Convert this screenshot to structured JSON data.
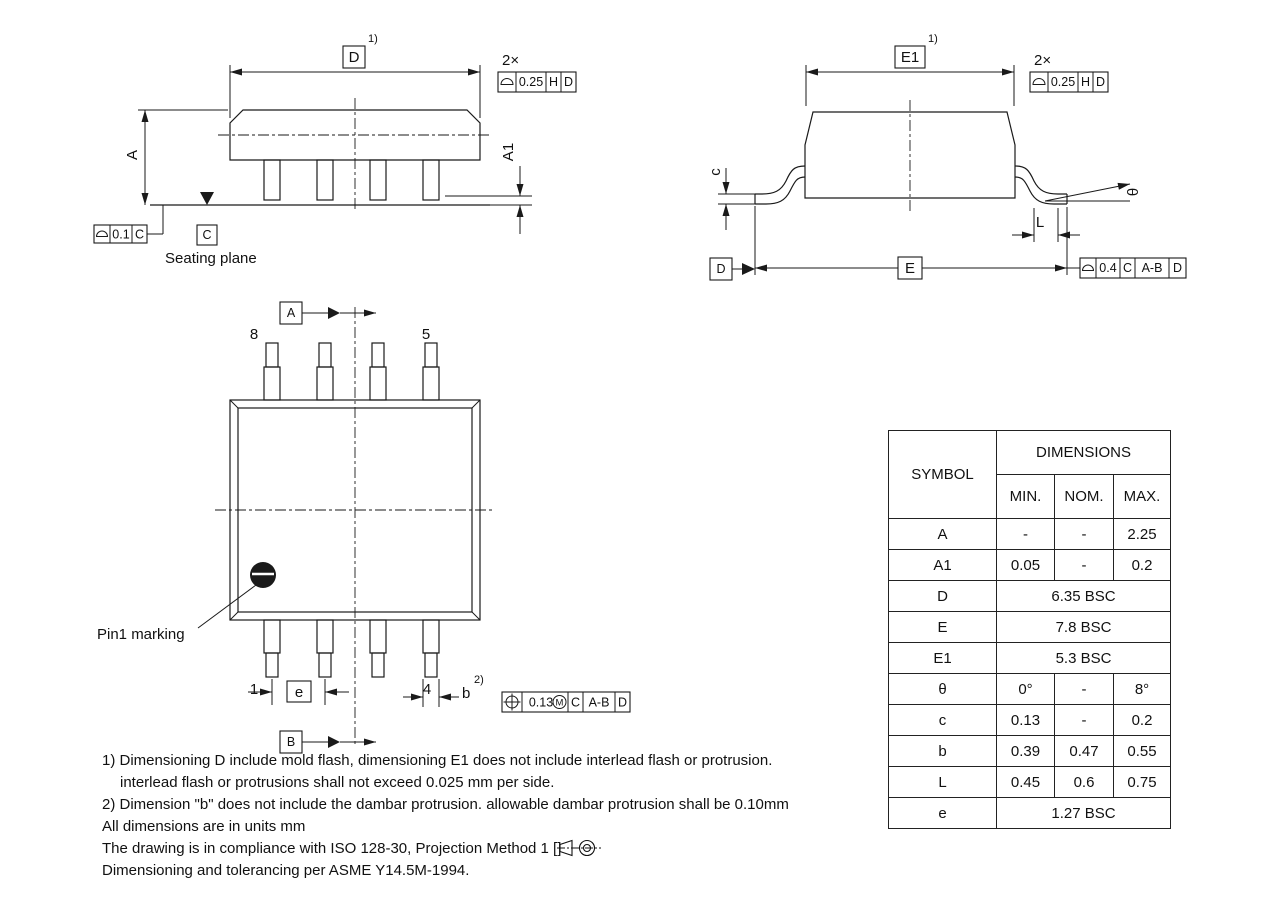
{
  "side_view": {
    "dim_d": "D",
    "ref1": "1)",
    "two_x": "2×",
    "fcf_tol": "0.25",
    "fcf_datum_h": "H",
    "fcf_datum_d": "D",
    "dim_a": "A",
    "dim_a1": "A1",
    "seat_tol": "0.1",
    "seat_datum": "C",
    "datum_c": "C",
    "seating_plane": "Seating plane"
  },
  "end_view": {
    "dim_e1": "E1",
    "ref1": "1)",
    "two_x": "2×",
    "fcf_tol": "0.25",
    "fcf_datum_h": "H",
    "fcf_datum_d": "D",
    "dim_c": "c",
    "dim_theta": "θ",
    "dim_l": "L",
    "dim_e": "E",
    "datum_d": "D",
    "e_fcf_tol": "0.4",
    "e_fcf_d1": "C",
    "e_fcf_d2": "A-B",
    "e_fcf_d3": "D"
  },
  "top_view": {
    "datum_a": "A",
    "datum_b": "B",
    "pin8": "8",
    "pin5": "5",
    "pin1": "1",
    "pin4": "4",
    "dim_e": "e",
    "dim_b": "b",
    "ref2": "2)",
    "pin1_marking": "Pin1 marking",
    "pos_tol": "0.13",
    "pos_mod": "M",
    "pos_d1": "C",
    "pos_d2": "A-B",
    "pos_d3": "D"
  },
  "table": {
    "symbol_header": "SYMBOL",
    "dimensions_header": "DIMENSIONS",
    "col_min": "MIN.",
    "col_nom": "NOM.",
    "col_max": "MAX.",
    "rows": [
      {
        "symbol": "A",
        "min": "-",
        "nom": "-",
        "max": "2.25"
      },
      {
        "symbol": "A1",
        "min": "0.05",
        "nom": "-",
        "max": "0.2"
      },
      {
        "symbol": "D",
        "span": "6.35 BSC"
      },
      {
        "symbol": "E",
        "span": "7.8 BSC"
      },
      {
        "symbol": "E1",
        "span": "5.3 BSC"
      },
      {
        "symbol": "θ",
        "min": "0°",
        "nom": "-",
        "max": "8°"
      },
      {
        "symbol": "c",
        "min": "0.13",
        "nom": "-",
        "max": "0.2"
      },
      {
        "symbol": "b",
        "min": "0.39",
        "nom": "0.47",
        "max": "0.55"
      },
      {
        "symbol": "L",
        "min": "0.45",
        "nom": "0.6",
        "max": "0.75"
      },
      {
        "symbol": "e",
        "span": "1.27 BSC"
      }
    ]
  },
  "notes": {
    "n1a": "1) Dimensioning D include mold flash, dimensioning E1 does not include interlead flash or protrusion.",
    "n1b": "interlead flash or protrusions shall not exceed 0.025 mm per side.",
    "n2": "2) Dimension \"b\" does not include the dambar protrusion. allowable dambar protrusion shall be 0.10mm",
    "n3": "All dimensions are in units mm",
    "n4_pre": "The drawing is in compliance with ISO 128-30, Projection Method 1 [",
    "n4_post": "]",
    "n5": "Dimensioning and tolerancing per  ASME Y14.5M-1994."
  }
}
